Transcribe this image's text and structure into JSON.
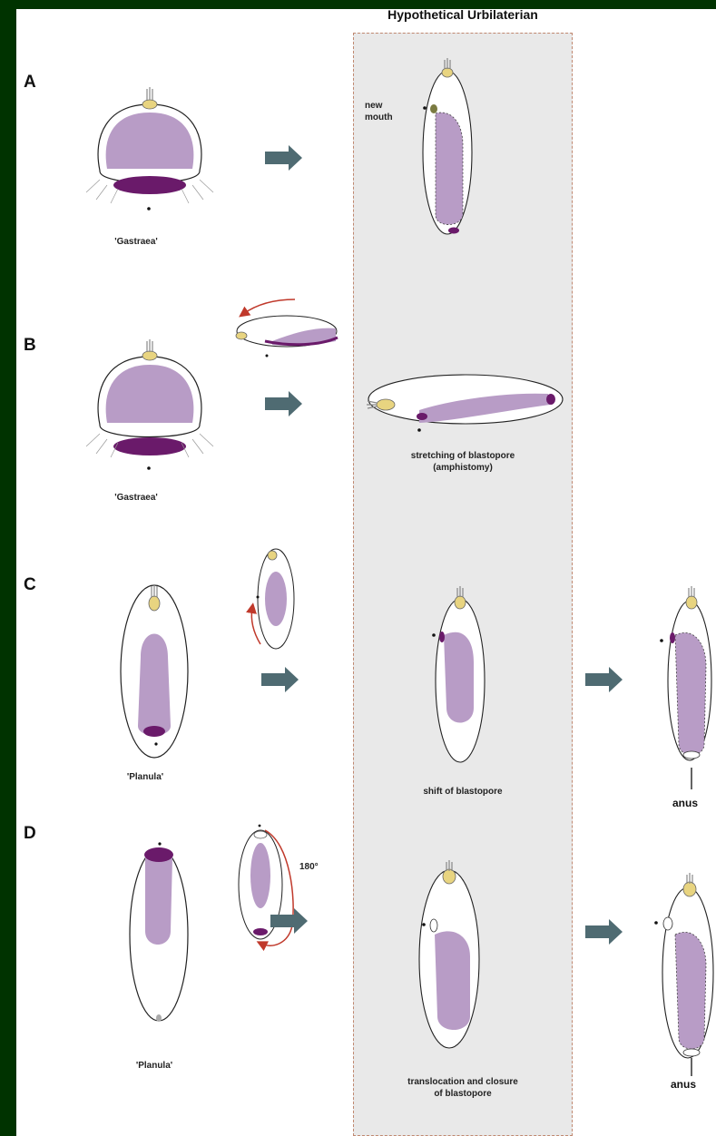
{
  "header": {
    "title": "Hypothetical Urbilaterian"
  },
  "rows": {
    "a": {
      "letter": "A",
      "left_label": "'Gastraea'",
      "mouth_label": "new\nmouth"
    },
    "b": {
      "letter": "B",
      "left_label": "'Gastraea'",
      "center_label": "stretching of blastopore\n(amphistomy)"
    },
    "c": {
      "letter": "C",
      "left_label": "'Planula'",
      "center_label": "shift of blastopore",
      "right_label": "anus"
    },
    "d": {
      "letter": "D",
      "left_label": "'Planula'",
      "rotation_label": "180°",
      "center_label": "translocation and closure\nof blastopore",
      "right_label": "anus"
    }
  },
  "colors": {
    "background": "#003300",
    "panel": "#ffffff",
    "urbilaterian_box": "#e9e9e9",
    "gut": "#b89cc6",
    "blastopore": "#6a1a6a",
    "arrow": "#4f6b72",
    "rotation_arrow": "#c0392b",
    "apical_organ": "#e8d480"
  },
  "icons": [
    "right-arrow-icon",
    "rotation-arrow-icon",
    "star-marker-icon",
    "apical-tuft-icon"
  ]
}
